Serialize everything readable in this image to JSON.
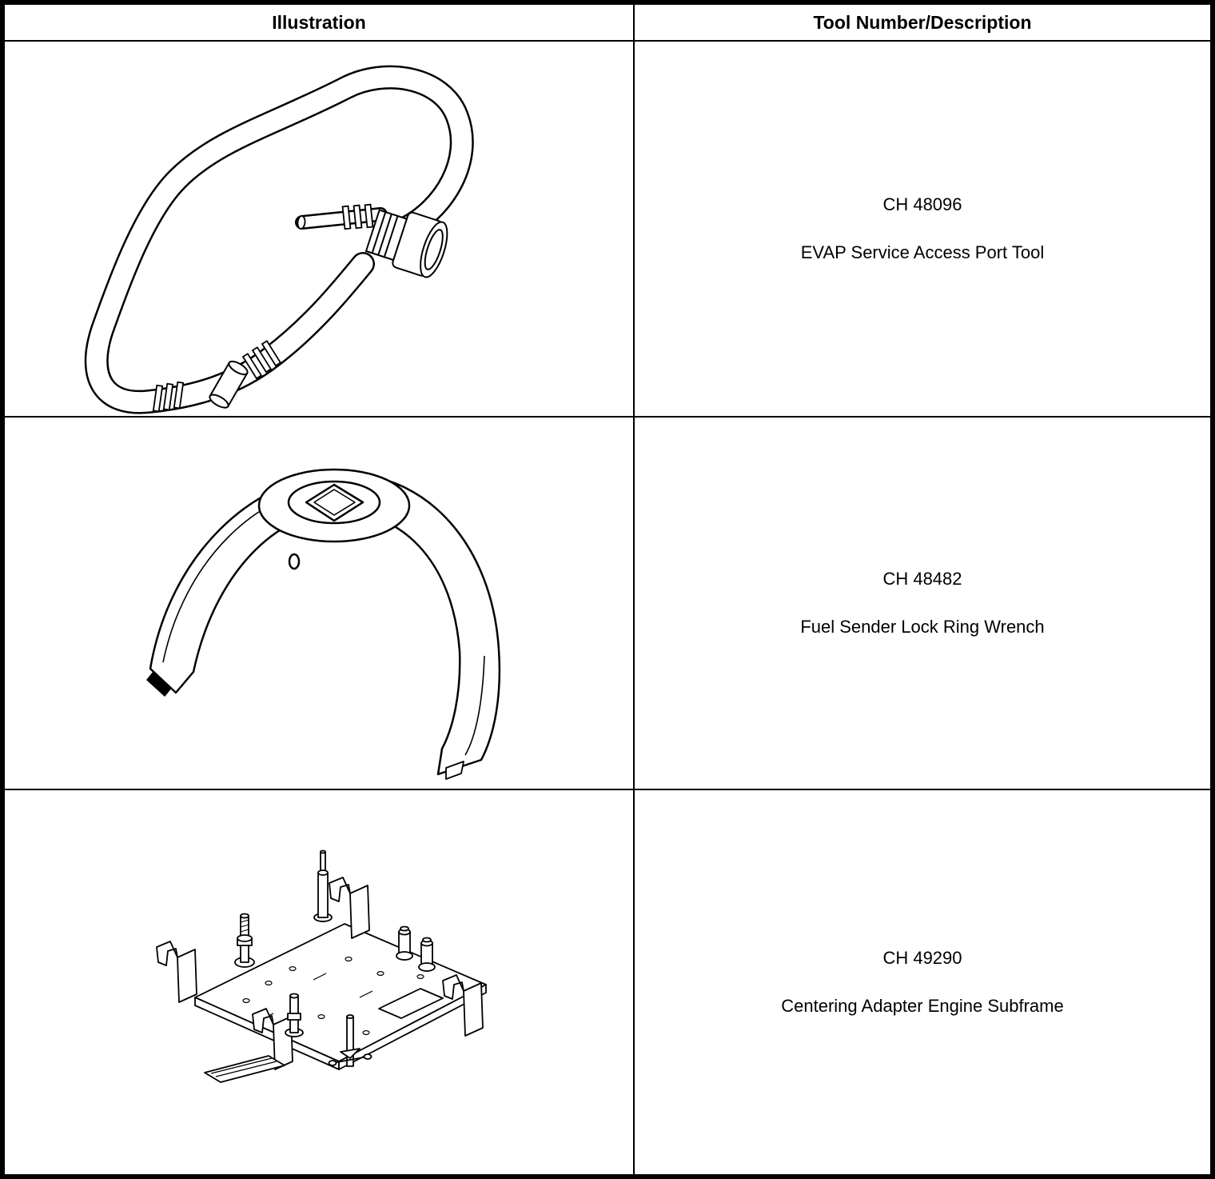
{
  "page": {
    "background_color": "#ffffff",
    "rule_color": "#000000"
  },
  "table": {
    "headers": [
      {
        "label": "Illustration"
      },
      {
        "label": "Tool Number/Description"
      }
    ],
    "rows": [
      {
        "illustration": "evap-service-access-port-tool-line-drawing",
        "tool_number": "CH 48096",
        "description": "EVAP Service Access Port Tool"
      },
      {
        "illustration": "fuel-sender-lock-ring-wrench-line-drawing",
        "tool_number": "CH 48482",
        "description": "Fuel Sender Lock Ring Wrench"
      },
      {
        "illustration": "centering-adapter-engine-subframe-line-drawing",
        "tool_number": "CH 49290",
        "description": "Centering Adapter Engine Subframe"
      }
    ]
  }
}
